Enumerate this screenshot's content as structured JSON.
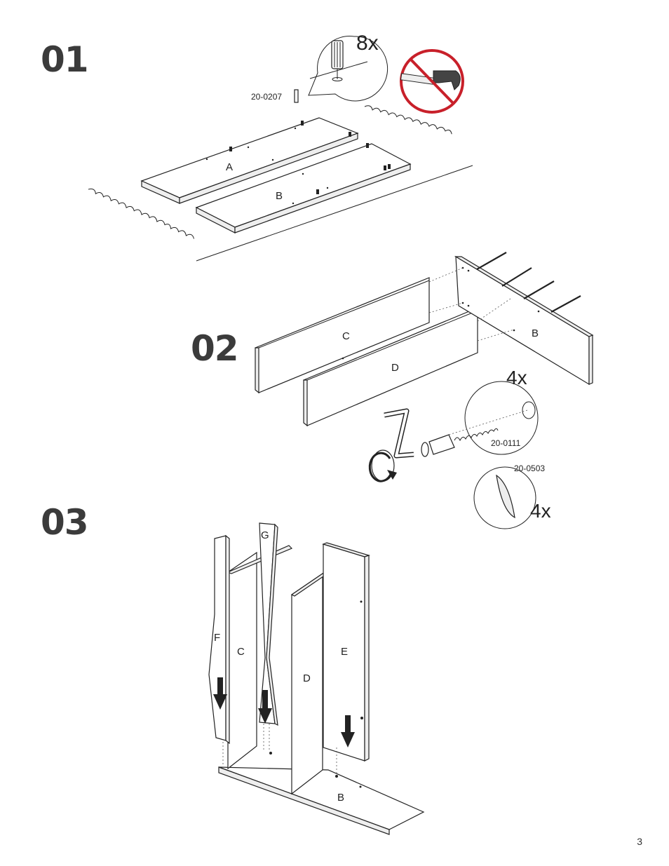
{
  "steps": [
    {
      "number": "01"
    },
    {
      "number": "02"
    },
    {
      "number": "03"
    }
  ],
  "page_number": "3",
  "step1": {
    "quantity": "8x",
    "part_code": "20-0207",
    "panel_labels": [
      "A",
      "B"
    ],
    "icons": [
      "dowel-icon",
      "no-hammer-icon",
      "carpet-icon"
    ]
  },
  "step2": {
    "panel_labels": [
      "C",
      "D",
      "B"
    ],
    "cam_bolt_quantity": "4x",
    "cam_bolt_code": "20-0111",
    "cam_lock_code": "20-0503",
    "cam_lock_quantity": "4x",
    "icons": [
      "cam-bolt-icon",
      "screwdriver-icon",
      "cam-lock-icon",
      "rotate-arrow-icon"
    ]
  },
  "step3": {
    "panel_labels": [
      "F",
      "C",
      "G",
      "D",
      "E",
      "B"
    ],
    "icons": [
      "down-arrow-icon"
    ]
  },
  "colors": {
    "prohibition": "#c8202a",
    "line": "#222222",
    "step_number": "#3b3b3b"
  }
}
